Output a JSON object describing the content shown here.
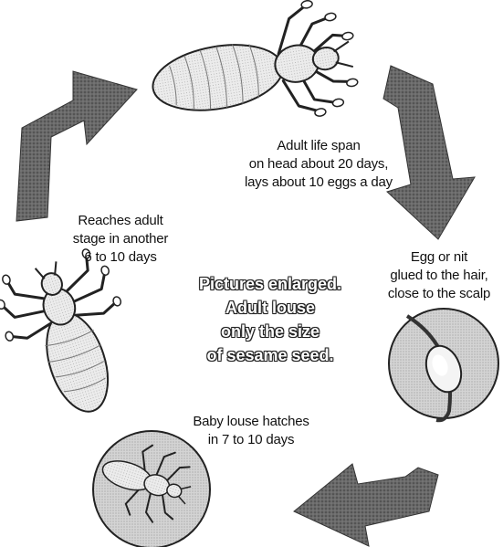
{
  "stages": [
    {
      "lines": [
        "Adult life span",
        "on head about 20 days,",
        "lays about 10 eggs a day"
      ]
    },
    {
      "lines": [
        "Egg or nit",
        "glued to the hair,",
        "close to the scalp"
      ]
    },
    {
      "lines": [
        "Baby louse hatches",
        "in 7 to 10 days"
      ]
    },
    {
      "lines": [
        "Reaches adult",
        "stage in another",
        "6 to 10 days"
      ]
    }
  ],
  "center_note": {
    "lines": [
      "Pictures enlarged.",
      "Adult louse",
      "only the size",
      "of sesame seed."
    ]
  },
  "colors": {
    "arrow": "#4a4a4a",
    "circle_fill": "#cfcfcf",
    "louse_body": "#e6e6e6",
    "outline": "#222222"
  },
  "icons": [
    "adult-louse-icon",
    "egg-nit-icon",
    "baby-louse-icon",
    "cycle-arrow-icon"
  ]
}
